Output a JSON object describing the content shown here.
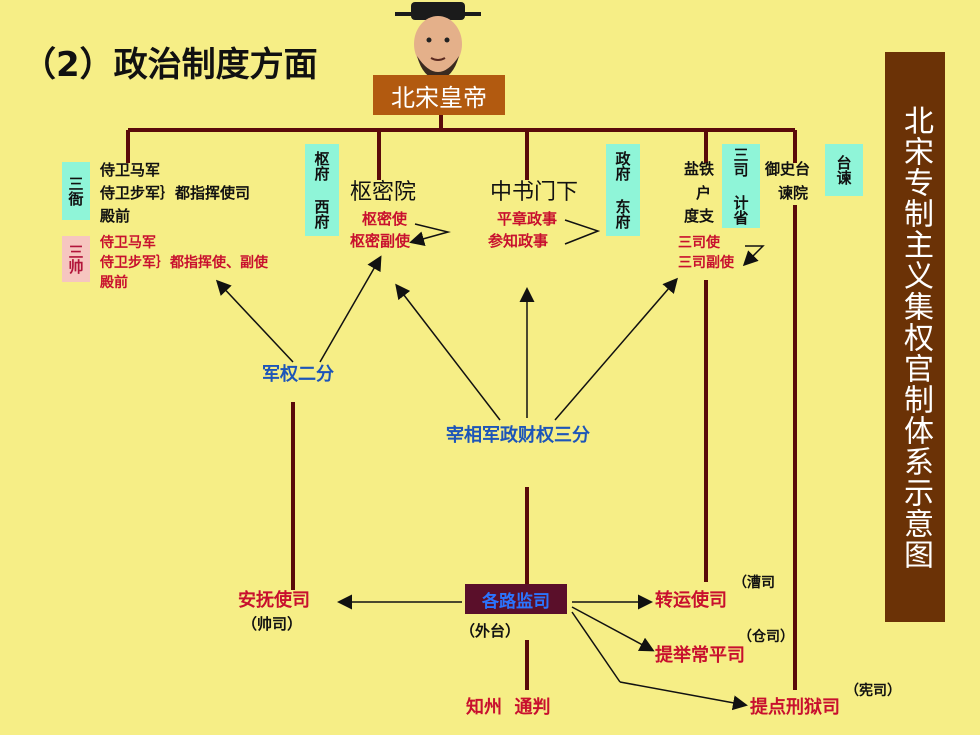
{
  "title": "（2）政治制度方面",
  "emperor": "北宋皇帝",
  "side_title": "北宋专制主义集权官制体系示意图",
  "left_block": {
    "sanya_label": "三衙",
    "sanya_lines": [
      "侍卫马军",
      "侍卫步军｝都指挥使司",
      "殿前"
    ],
    "sanshuai_label": "三帅",
    "sanshuai_lines": [
      "侍卫马军",
      "侍卫步军｝都指挥使、副使",
      "殿前"
    ]
  },
  "shufu": {
    "box": "枢府 西府",
    "name": "枢密院",
    "sub1": "枢密使",
    "sub2": "枢密副使"
  },
  "zhengfu": {
    "box": "政府 东府",
    "name": "中书门下",
    "sub1": "平章政事",
    "sub2": "参知政事"
  },
  "sansi": {
    "box": "三司 计省",
    "l1": "盐铁",
    "l2": "户",
    "l3": "度支",
    "sub1": "三司使",
    "sub2": "三司副使"
  },
  "taijian": {
    "box": "台谏",
    "l1": "御史台",
    "l2": "谏院"
  },
  "labels": {
    "military_split": "军权二分",
    "three_split": "宰相军政财权三分"
  },
  "bottom": {
    "anfu": "安抚使司",
    "anfu_note": "（帅司）",
    "route": "各路监司",
    "route_note": "（外台）",
    "zhuanyun": "转运使司",
    "zhuanyun_note": "（漕司",
    "tiju": "提举常平司",
    "tiju_note": "（仓司）",
    "tidian": "提点刑狱司",
    "tidian_note": "（宪司）",
    "zhizhou": "知州  通判"
  }
}
